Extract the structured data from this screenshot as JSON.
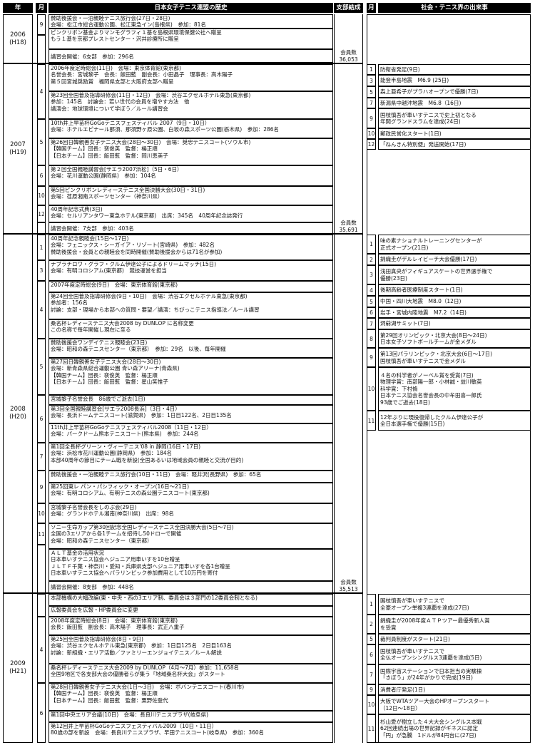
{
  "headers": {
    "year": "年",
    "month": "月",
    "history": "日本女子テニス連盟の歴史",
    "members": "支部結成",
    "smonth": "月",
    "social": "社会・テニス界の出来事"
  },
  "years": {
    "y2006": "2006\n(H18)",
    "y2007": "2007\n(H19)",
    "y2008": "2008\n(H20)",
    "y2009": "2009\n(H21)"
  },
  "totals": {
    "t2006": "会員数\n36,053",
    "t2007": "会員数\n35,691",
    "t2008": "会員数\n35,513"
  },
  "ev2006": {
    "m9": "9",
    "e1": "賛助後援会・一泊親睦テニス旅行会(27日・28日)\n会場：松江市総合運動公園、松江東急イン(島根県)　参加：81名",
    "e2": "ピンクリボン基金よりマンモグラフィ１基を島根県環境保健公社へ贈呈\nもう１基を京都プレストセンター・沢井診療所に贈呈",
    "e3": "講習会開催：6支部　参加：296名"
  },
  "ev2007": {
    "m4": "4",
    "m5": "5",
    "m6": "6",
    "m10": "10",
    "m12": "12",
    "e1": "2006年度定時総会(11日)　会場：東京体育館(東京都)\n名誉会長：宮城黎子　会長：飯田藍　副会長：小田晶子　理事長：高木陽子\n第５回宮城奨励賞　福岡県支部と大阪府支部へ贈呈",
    "e2": "第23回全国普及指導研修会(11日・12日)　会場：渋谷エクセルホテル東急(東京都)\n参加：145名　討論会：若い世代の会員を増やす方法　他\n講演会：地球環境について学ぼう／ルール講習会",
    "e3": "10th井上早苗杯GoGoテニスフェスティバル 2007（9日・10日）\n会場：ホテルエピナール那須、那須野ヶ原公園、白坂の森スポーツ公園(栃木県)　参加：286名",
    "e4": "第26回日韓親善女子テニス大会(28日〜30日)　会場：奨忠テニスコート(ソウル市)\n【韓国チーム】団長：裵俊英　監督：楊正順\n【日本チーム】団長：飯田藍　監督：岡川恵美子",
    "e5": "第２回全国親睦講習会[サエラ2007浜松]（5日・6日）\n会場：花川運動公園(静岡県)　参加：104名",
    "e6": "第5回ピンクリボンレディーステニス全国決勝大会(30日・31日)\n会場：荏原湘南スポーツセンター（神奈川県）",
    "e7": "40周年記念式典(3日)\n会場：セルリアンタワー東急ホテル(東京都)　出席：345名　40周年記念誌発行",
    "e8": "講習会開催：7支部　参加：403名"
  },
  "ev2008": {
    "m1": "1",
    "m3": "3",
    "m4": "4",
    "m5": "5",
    "m6": "6",
    "m7": "7",
    "m9": "9",
    "m10": "10",
    "m11": "11",
    "e1": "40周年記念親睦会(15日〜17日)\n会場：フェニックス・シーガイア・リゾート(宮崎県)　参加：482名\n賛助後援会・会員との親睦会を同時開催(賛助後援会からは71名が参加)",
    "e2": "ナブラチロワ・グラフ・クルム伊達公子によるドリームマッチ(15日)\n会場：有明コロシアム(東京都)　競技運営を担当",
    "e3": "2007年度定時総会(9日)　会場：東京体育館(東京都)",
    "e4": "第24回全国普及指導研修会(9日・10日)　会場：渋谷エクセルホテル東急(東京都)\n参加者：156名\n討論：支部・現場から本部への質問・要望／講演：ちびっこテニス指導法／ルール講習",
    "e5": "桑名杯レディーステニス大会2008 by DUNLOP に名称変更\nこの名称で毎年開催し現在に至る",
    "e6": "賛助後援会ワンデイテニス親睦会(23日)\n会場：昭和の森テニスセンター（東京都）　参加：29名　以後、毎年開催",
    "e7": "第27回日韓親善女子テニス大会(28日〜30日)\n会場：新青森県総合運動公園 青い森アリーナ(青森県)\n【韓国チーム】団長：裵俊英　監督：楊正順\n【日本チーム】団長：飯田藍　監督：星山笑惟子",
    "e8": "宮城黎子名誉会長　86歳でご逝去(1日)",
    "e9": "第3回全国親睦講習会[サエラ2008長浜]（3日・4日）\n会場：長浜ドームテニスコート(滋賀県)　参加：1日目122名、2日目135名",
    "e10": "11th井上早苗杯GoGoテニスフェスティバル2008（11日・12日）\n会場：パークドーム熊本テニスコート(熊本県)　参加：244名",
    "e11": "第1回全長杯グリーン・ヴィーテニス'08 in 静岡(16日・17日)\n会場：浜松市花川運動公園(静岡県)　参加：184名\n本部40周年の節目にチーム戦を新設(全国あるいは地域会員の親睦と交流が目的)",
    "e12": "賛助後援会・一泊親睦テニス旅行会(10日・11日)　会場：軽井沢(長野県)　参加：65名",
    "e13": "第25回東レ パン・パシフィック・オープン(16日〜21日)\n会場：有明コロシアム、有明テニスの森公園テニスコート(東京都)",
    "e14": "宮城黎子名誉会長をしのぶ会(29日)\n会場：グランドホテル湘南(神奈川県)　出席：98名",
    "e15": "ソニー生命カップ第30回記念全国レディーステニス全国決勝大会(5日〜7日)\n全国の3エリアから各1チームを招待し50ドローで開催\n会場：昭和の森テニスセンター（東京都）",
    "e16": "ＡＬＴ基金の活用状況\n日本車いすテニス協会へジュニア用車いすを10台贈呈\nＪＬＴＦ千葉・神奈川・愛知・兵庫県支部へジュニア用車いすを各1台贈呈\n日本車いすテニス協会へパラリンピック参加費用として10万円を寄付",
    "e17": "講習会開催：8支部　参加：448名"
  },
  "ev2009": {
    "m4": "4",
    "m6": "6",
    "e1": "本部機構の大幅改編(東・中央・西の3エリア制、委員会は３部門の12委員会制となる)",
    "e2": "広報委員会を広報・HP委員会に変更",
    "e3": "2008年度定時総会(8日)　会場：東京体育館(東京都)\n会長：飯田藍　副会長：高木陽子　理事長：武正八重子",
    "e4": "第25回全国普及指導研修会(8日・9日)\n会場：渋谷エクセルホテル東急(東京都)　参加：1日目125名　2日目163名\n討論：新組織・エリア活動／ファミリーエンジョイテニス／ルール解説",
    "e5": "桑名杯レディーステニス大会2009 by DUNLOP（4月〜7月）参加：11,658名\n全国9地区で各支部大会の優勝者らが集う「地域桑名杯大会」がスタート",
    "e6": "第28回日韓親善女子テニス大会(1日〜3日)　会場：ボバンテニスコート(春川市)\n【韓国チーム】団長：裵俊英　監督：楊正順\n【日本チーム】団長：飯田藍　監督：粟野佐登代",
    "e7": "第1回中央エリア会議(10日)　会場：長良川テニスプラザ(岐阜県)",
    "e8": "第12回井上早苗杯GoGoテニスフェスティバル2009（10日・11日）\n80歳の部を新設　会場：長良川テニスプラザ、早田テニスコート(岐阜県)　参加：360名"
  },
  "soc2007": [
    {
      "m": "1",
      "t": "防衛省発足(9日)"
    },
    {
      "m": "3",
      "t": "能登半島地震　M6.9 (25日)"
    },
    {
      "m": "5",
      "t": "森上亜希子がプラハオープンで優勝(7日)"
    },
    {
      "m": "7",
      "t": "新潟県中越沖地震　M6.8（16日)"
    },
    {
      "m": "9",
      "t": "国枝慎吾が車いすテニスで史上初となる\n年間グランドスラムを達成(24日)"
    },
    {
      "m": "10",
      "t": "郵政民営化スタート(1日)"
    },
    {
      "m": "12",
      "t": "「ねんきん特別便」発送開始(17日)"
    }
  ],
  "soc2008": [
    {
      "m": "1",
      "t": "味の素ナショナルトレーニングセンターが\n正式オープン(21日)"
    },
    {
      "m": "2",
      "t": "錦織圭がデルレイビーチ大会優勝(17日)"
    },
    {
      "m": "3",
      "t": "浅田真央がフィギュアスケートの世界選手権で\n優勝(23日)"
    },
    {
      "m": "4",
      "t": "後期高齢者医療制度スタート(1日)"
    },
    {
      "m": "5",
      "t": "中国・四川大地震　M8.0（12日)"
    },
    {
      "m": "6",
      "t": "岩手・宮城内陸地震　M7.2（14日)"
    },
    {
      "m": "7",
      "t": "洞爺湖サミット(7日)"
    },
    {
      "m": "8",
      "t": "第29回オリンピック・北京大会(8日〜24日)\n日本女子ソフトボールチームが金メダル"
    },
    {
      "m": "9",
      "t": "第13回パラリンピック・北京大会(6日〜17日)\n国枝慎吾が車いすテニスで金メダル"
    },
    {
      "m": "10",
      "t": "４名の科学者がノーベル賞を受賞(7日)\n物理学賞：南部陽一郎・小林誠・益川敏英\n科学賞：下村脩\n日本テニス協会名誉会長の中牟田喜一郎氏\n93歳でご逝去(18日)"
    },
    {
      "m": "11",
      "t": "12年ぶりに現役復帰したクルム伊達公子が\n全日本選手権で優勝(15日)"
    }
  ],
  "soc2009": [
    {
      "m": "1",
      "t": "国枝慎吾が車いすテニスで\n全豪オープン単複3連覇を達成(27日)"
    },
    {
      "m": "2",
      "t": "錦織圭が2008年度ＡＴＰツアー最優秀新人賞\nを受賞"
    },
    {
      "m": "5",
      "t": "裁判員制度がスタート(21日)"
    },
    {
      "m": "6",
      "t": "国枝慎吾が車いすテニスで\n全仏オープンシングルス3連覇を達成(5日)"
    },
    {
      "m": "7",
      "t": "国際宇宙ステーションで日本担当の実験棟\n「きぼう」が24年がかりで完成(19日)"
    },
    {
      "m": "9",
      "t": "消費者庁発足(1日)"
    },
    {
      "m": "10",
      "t": "大阪でWTAツアー大会のHPオープンスタート\n（12日〜18日）"
    },
    {
      "m": "11",
      "t": "杉山愛が樹立した４大大会シングルス本戦\n62回連続出場の世界記録がギネスに認定\n「円」が急騰　1ドルが84円台に(27日)"
    }
  ]
}
